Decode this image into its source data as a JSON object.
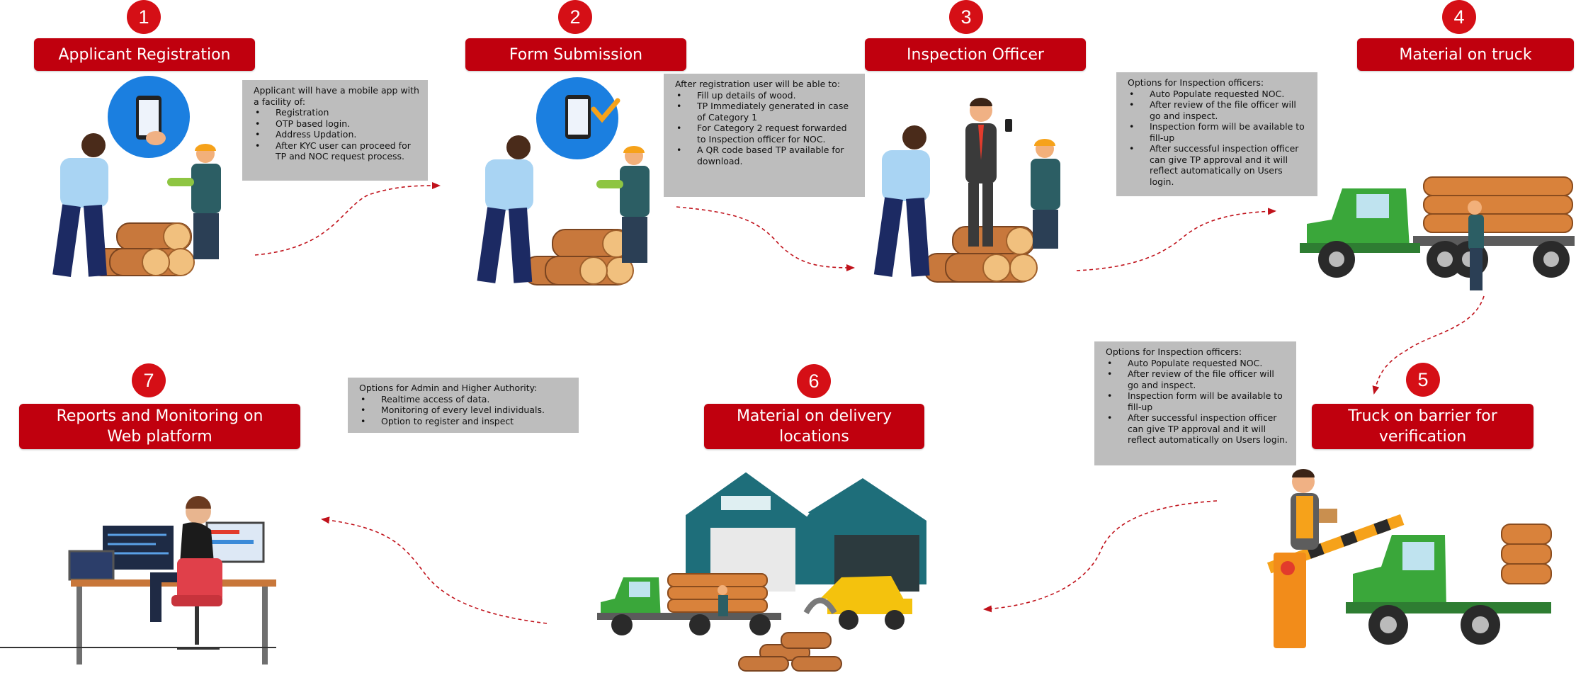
{
  "colors": {
    "badge": "#d50f16",
    "title_bg": "#c0000e",
    "info_bg": "#bdbdbd",
    "arrow": "#c0121b",
    "truck": "#3aa73a",
    "log": "#d9823b"
  },
  "steps": [
    {
      "number": "1",
      "title": "Applicant Registration",
      "icon": "registration-illustration"
    },
    {
      "number": "2",
      "title": "Form Submission",
      "icon": "form-submission-illustration"
    },
    {
      "number": "3",
      "title": "Inspection Officer",
      "icon": "inspection-illustration"
    },
    {
      "number": "4",
      "title": "Material on truck",
      "icon": "truck-illustration"
    },
    {
      "number": "5",
      "title": "Truck on barrier for\nverification",
      "icon": "barrier-illustration"
    },
    {
      "number": "6",
      "title": "Material on delivery\nlocations",
      "icon": "warehouse-illustration"
    },
    {
      "number": "7",
      "title": "Reports and Monitoring on\nWeb platform",
      "icon": "monitoring-illustration"
    }
  ],
  "info": {
    "registration": {
      "intro": "Applicant will have a mobile app with a facility of:",
      "items": [
        "Registration",
        "OTP based login.",
        "Address Updation.",
        "After KYC user can proceed for TP and NOC request process."
      ]
    },
    "form": {
      "intro": "After registration user will be able to:",
      "items": [
        "Fill up details of wood.",
        "TP Immediately generated in case of Category 1",
        "For Category 2 request forwarded to Inspection officer for NOC.",
        "A QR code based TP available for download."
      ]
    },
    "inspection": {
      "intro": "Options for Inspection officers:",
      "items": [
        "Auto Populate requested NOC.",
        "After review of the file officer will go and inspect.",
        "Inspection form will be available to fill-up",
        "After successful inspection officer can give TP approval and it will reflect automatically on Users login."
      ]
    },
    "barrier": {
      "intro": "Options for Inspection officers:",
      "items": [
        "Auto Populate requested NOC.",
        "After review of the file officer will go and inspect.",
        "Inspection form will be available to fill-up",
        "After successful inspection officer can give TP approval and it will reflect automatically on Users login."
      ]
    },
    "admin": {
      "intro": "Options for Admin and Higher Authority:",
      "items": [
        "Realtime access of data.",
        "Monitoring of every level individuals.",
        "Option to register and inspect"
      ]
    }
  }
}
